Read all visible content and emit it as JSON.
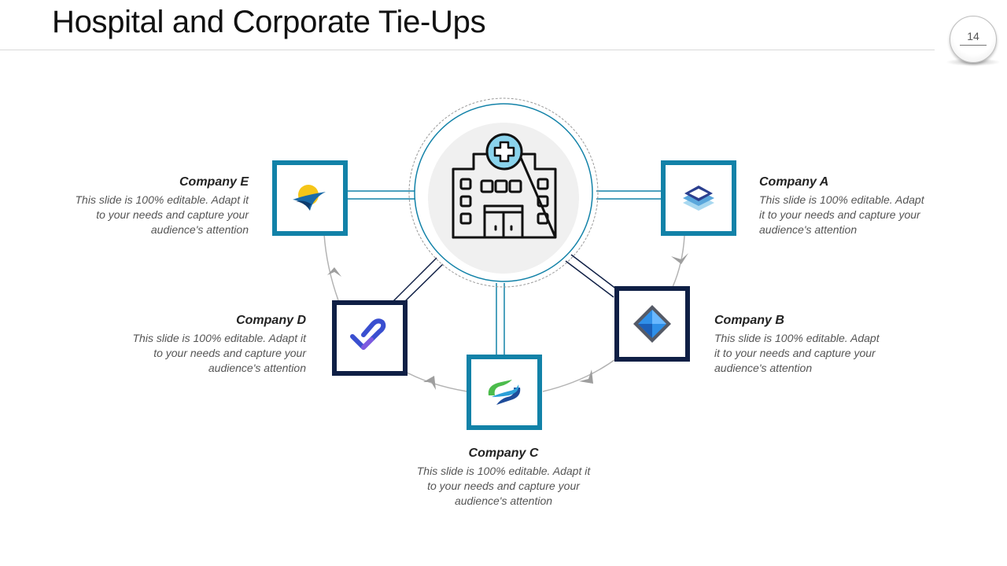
{
  "slide": {
    "title": "Hospital and Corporate Tie-Ups",
    "page_number": "14"
  },
  "hub": {
    "icon": "hospital-icon"
  },
  "companies": [
    {
      "name": "Company A",
      "description": "This slide is 100% editable. Adapt it to your needs and capture your audience's attention",
      "icon": "stacked-layers-logo-icon"
    },
    {
      "name": "Company B",
      "description": "This slide is 100% editable. Adapt it to your needs and capture your audience's attention",
      "icon": "diamond-logo-icon"
    },
    {
      "name": "Company C",
      "description": "This slide is 100% editable. Adapt it to your needs and capture your audience's attention",
      "icon": "interlocking-s-logo-icon"
    },
    {
      "name": "Company D",
      "description": "This slide is 100% editable. Adapt it to your needs and capture your audience's attention",
      "icon": "checkmark-loop-logo-icon"
    },
    {
      "name": "Company E",
      "description": "This slide is 100% editable. Adapt it to your needs and capture your audience's attention",
      "icon": "sun-swoosh-logo-icon"
    }
  ],
  "colors": {
    "teal": "#1282a8",
    "navy": "#0f1f45",
    "hub_fill": "#f0f0f0",
    "arc": "#b3b3b3"
  }
}
